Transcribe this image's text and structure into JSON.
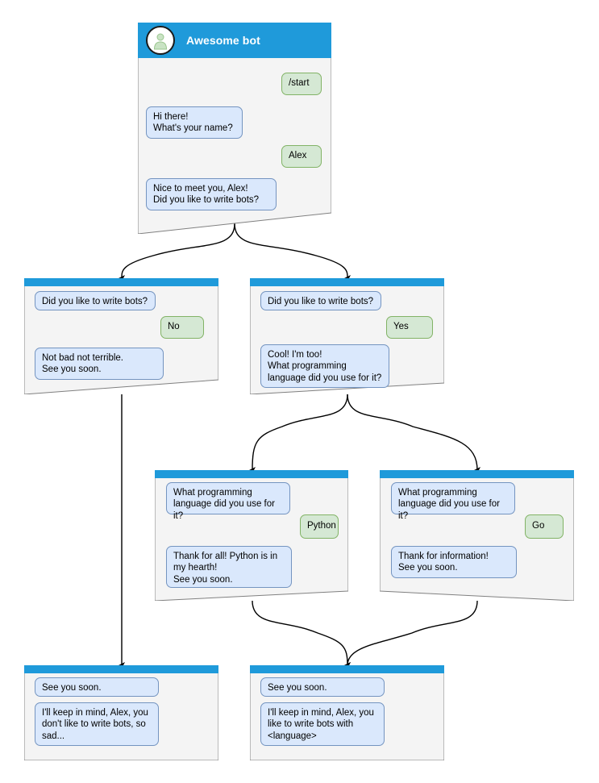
{
  "diagram": {
    "type": "chatbot-flow-diagram",
    "background": "#ffffff",
    "colors": {
      "header_blue": "#1f9ada",
      "node_body": "#f4f4f4",
      "node_border": "#808080",
      "bot_bubble_fill": "#dae8fc",
      "bot_bubble_border": "#7494c0",
      "user_bubble_fill": "#d5e8d4",
      "user_bubble_border": "#82b366",
      "edge": "#000000"
    },
    "bot_name": "Awesome bot",
    "avatar_icon": "person-avatar-icon"
  },
  "nodes": [
    {
      "id": "start",
      "title": "Awesome bot",
      "has_titlebar_avatar": true,
      "messages": [
        {
          "role": "user",
          "text": "/start"
        },
        {
          "role": "bot",
          "text": "Hi there!\nWhat's your name?"
        },
        {
          "role": "user",
          "text": "Alex"
        },
        {
          "role": "bot",
          "text": "Nice to meet you, Alex!\nDid you like to write bots?"
        }
      ]
    },
    {
      "id": "no-branch",
      "messages": [
        {
          "role": "bot",
          "text": "Did you like to write bots?"
        },
        {
          "role": "user",
          "text": "No"
        },
        {
          "role": "bot",
          "text": "Not bad not terrible.\nSee you soon."
        }
      ]
    },
    {
      "id": "yes-branch",
      "messages": [
        {
          "role": "bot",
          "text": "Did you like to write bots?"
        },
        {
          "role": "user",
          "text": "Yes"
        },
        {
          "role": "bot",
          "text": "Cool! I'm too!\nWhat programming\nlanguage did you use for it?"
        }
      ]
    },
    {
      "id": "python-branch",
      "messages": [
        {
          "role": "bot",
          "text": "What programming\nlanguage did you use for it?"
        },
        {
          "role": "user",
          "text": "Python"
        },
        {
          "role": "bot",
          "text": "Thank for all! Python is in\nmy hearth!\nSee you soon."
        }
      ]
    },
    {
      "id": "go-branch",
      "messages": [
        {
          "role": "bot",
          "text": "What programming\nlanguage did you use for it?"
        },
        {
          "role": "user",
          "text": "Go"
        },
        {
          "role": "bot",
          "text": "Thank for information!\nSee you soon."
        }
      ]
    },
    {
      "id": "end-sad",
      "messages": [
        {
          "role": "bot",
          "text": "See you soon."
        },
        {
          "role": "bot",
          "text": "I'll keep in mind, Alex, you\ndon't like to write bots, so\nsad..."
        }
      ]
    },
    {
      "id": "end-happy",
      "messages": [
        {
          "role": "bot",
          "text": "See you soon."
        },
        {
          "role": "bot",
          "text": "I'll keep in mind, Alex, you\nlike to write bots with\n<language>"
        }
      ]
    }
  ]
}
